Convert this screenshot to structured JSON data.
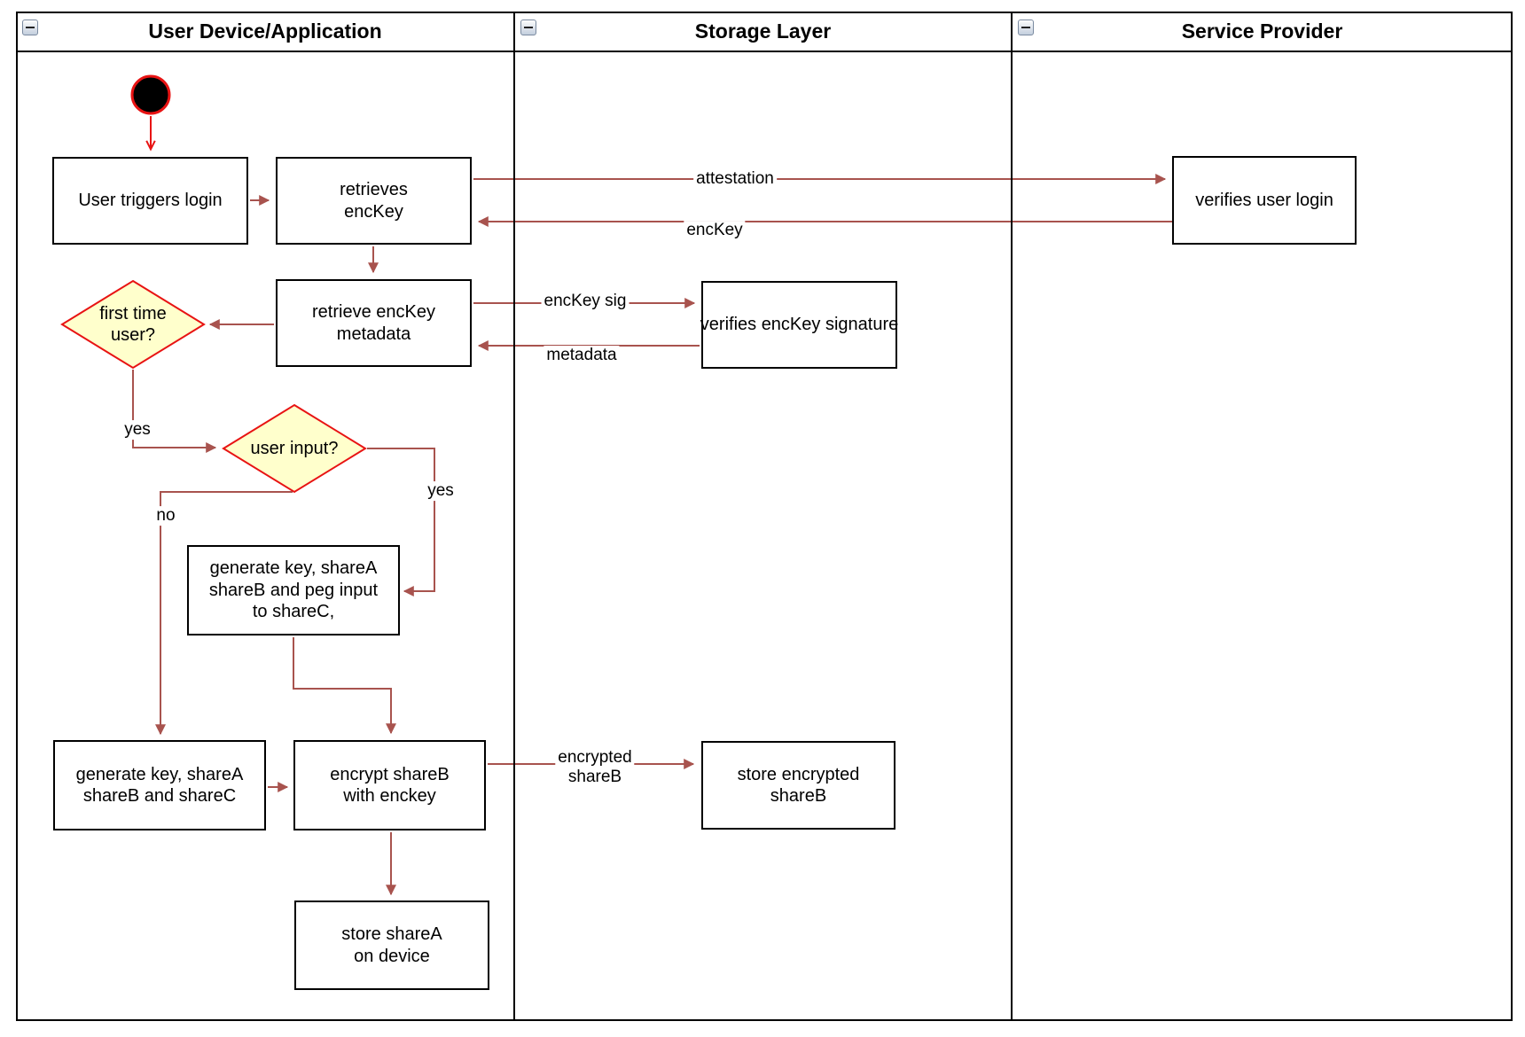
{
  "lanes": [
    {
      "title": "User Device/Application"
    },
    {
      "title": "Storage Layer"
    },
    {
      "title": "Service Provider"
    }
  ],
  "nodes": {
    "user_triggers_login": {
      "label": "User triggers login"
    },
    "retrieves_enckey": {
      "label": "retrieves\nencKey"
    },
    "retrieve_enckey_metadata": {
      "label": "retrieve encKey\nmetadata"
    },
    "first_time_user": {
      "label": "first time\nuser?"
    },
    "user_input": {
      "label": "user input?"
    },
    "generate_key_peg_input": {
      "label": "generate key, shareA\nshareB and peg input\nto shareC,"
    },
    "generate_key_shares": {
      "label": "generate key, shareA\nshareB and shareC"
    },
    "encrypt_shareb": {
      "label": "encrypt shareB\nwith enckey"
    },
    "store_sharea": {
      "label": "store shareA\non device"
    },
    "verifies_enckey_signature": {
      "label": "verifies encKey signature"
    },
    "store_encrypted_shareb": {
      "label": "store encrypted\nshareB"
    },
    "verifies_user_login": {
      "label": "verifies user login"
    }
  },
  "edge_labels": {
    "attestation": "attestation",
    "enckey": "encKey",
    "enckey_sig": "encKey sig",
    "metadata": "metadata",
    "first_time_yes": "yes",
    "user_input_yes": "yes",
    "user_input_no": "no",
    "encrypted_shareb": "encrypted\nshareB"
  },
  "colors": {
    "edge": "#a8534e",
    "accent": "#e81313",
    "diamondfill": "#ffffcc",
    "nodeborder": "#000000",
    "labelbg": "#ffffff"
  }
}
